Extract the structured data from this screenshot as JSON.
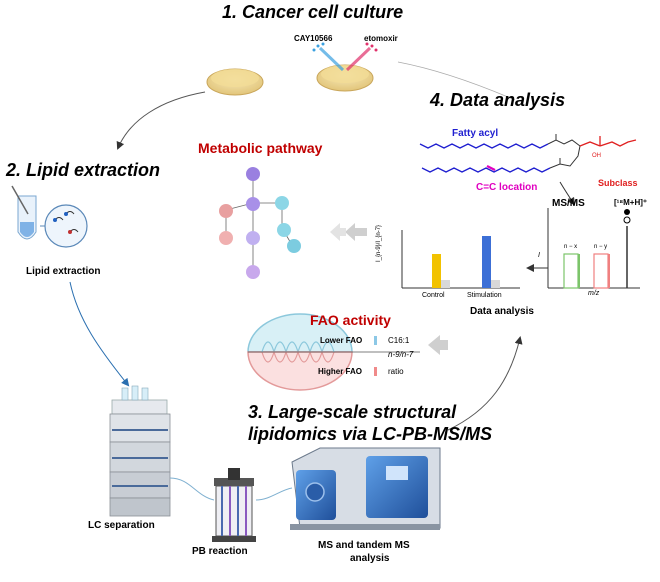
{
  "steps": {
    "step1": "1. Cancer cell culture",
    "step2": "2. Lipid extraction",
    "step3_line1": "3. Large-scale structural",
    "step3_line2": "lipidomics via LC-PB-MS/MS",
    "step4": "4. Data analysis"
  },
  "culture": {
    "drug1": "CAY10566",
    "drug2": "etomoxir"
  },
  "extraction": {
    "caption": "Lipid extraction"
  },
  "pathway": {
    "title": "Metabolic pathway"
  },
  "fao": {
    "title": "FAO activity",
    "lower": "Lower FAO",
    "higher": "Higher FAO",
    "c16": "C16:1",
    "ratio_text": "n-9/n-7",
    "ratio": "ratio"
  },
  "lipid": {
    "fatty_acyl": "Fatty acyl",
    "cc_location": "C=C location",
    "subclass": "Subclass",
    "oh": "OH"
  },
  "spectrum": {
    "msms": "MS/MS",
    "precursor": "[¹⁸M+H]⁺",
    "nx": "n − x",
    "ny": "n − y",
    "xaxis": "m/z",
    "yaxis": "I"
  },
  "bar_chart": {
    "yaxis": "I_{n-9}/I_{n-7}",
    "categories": [
      "Control",
      "Stimulation"
    ],
    "colors": [
      "#f2c200",
      "#3c6fd6"
    ]
  },
  "data_caption": "Data analysis",
  "instruments": {
    "lc": "LC separation",
    "pb": "PB reaction",
    "ms_line1": "MS and tandem MS",
    "ms_line2": "analysis"
  },
  "colors": {
    "red": "#c00000",
    "blue": "#1f1fd0",
    "magenta": "#e000c0",
    "accent_red": "#e02020"
  }
}
